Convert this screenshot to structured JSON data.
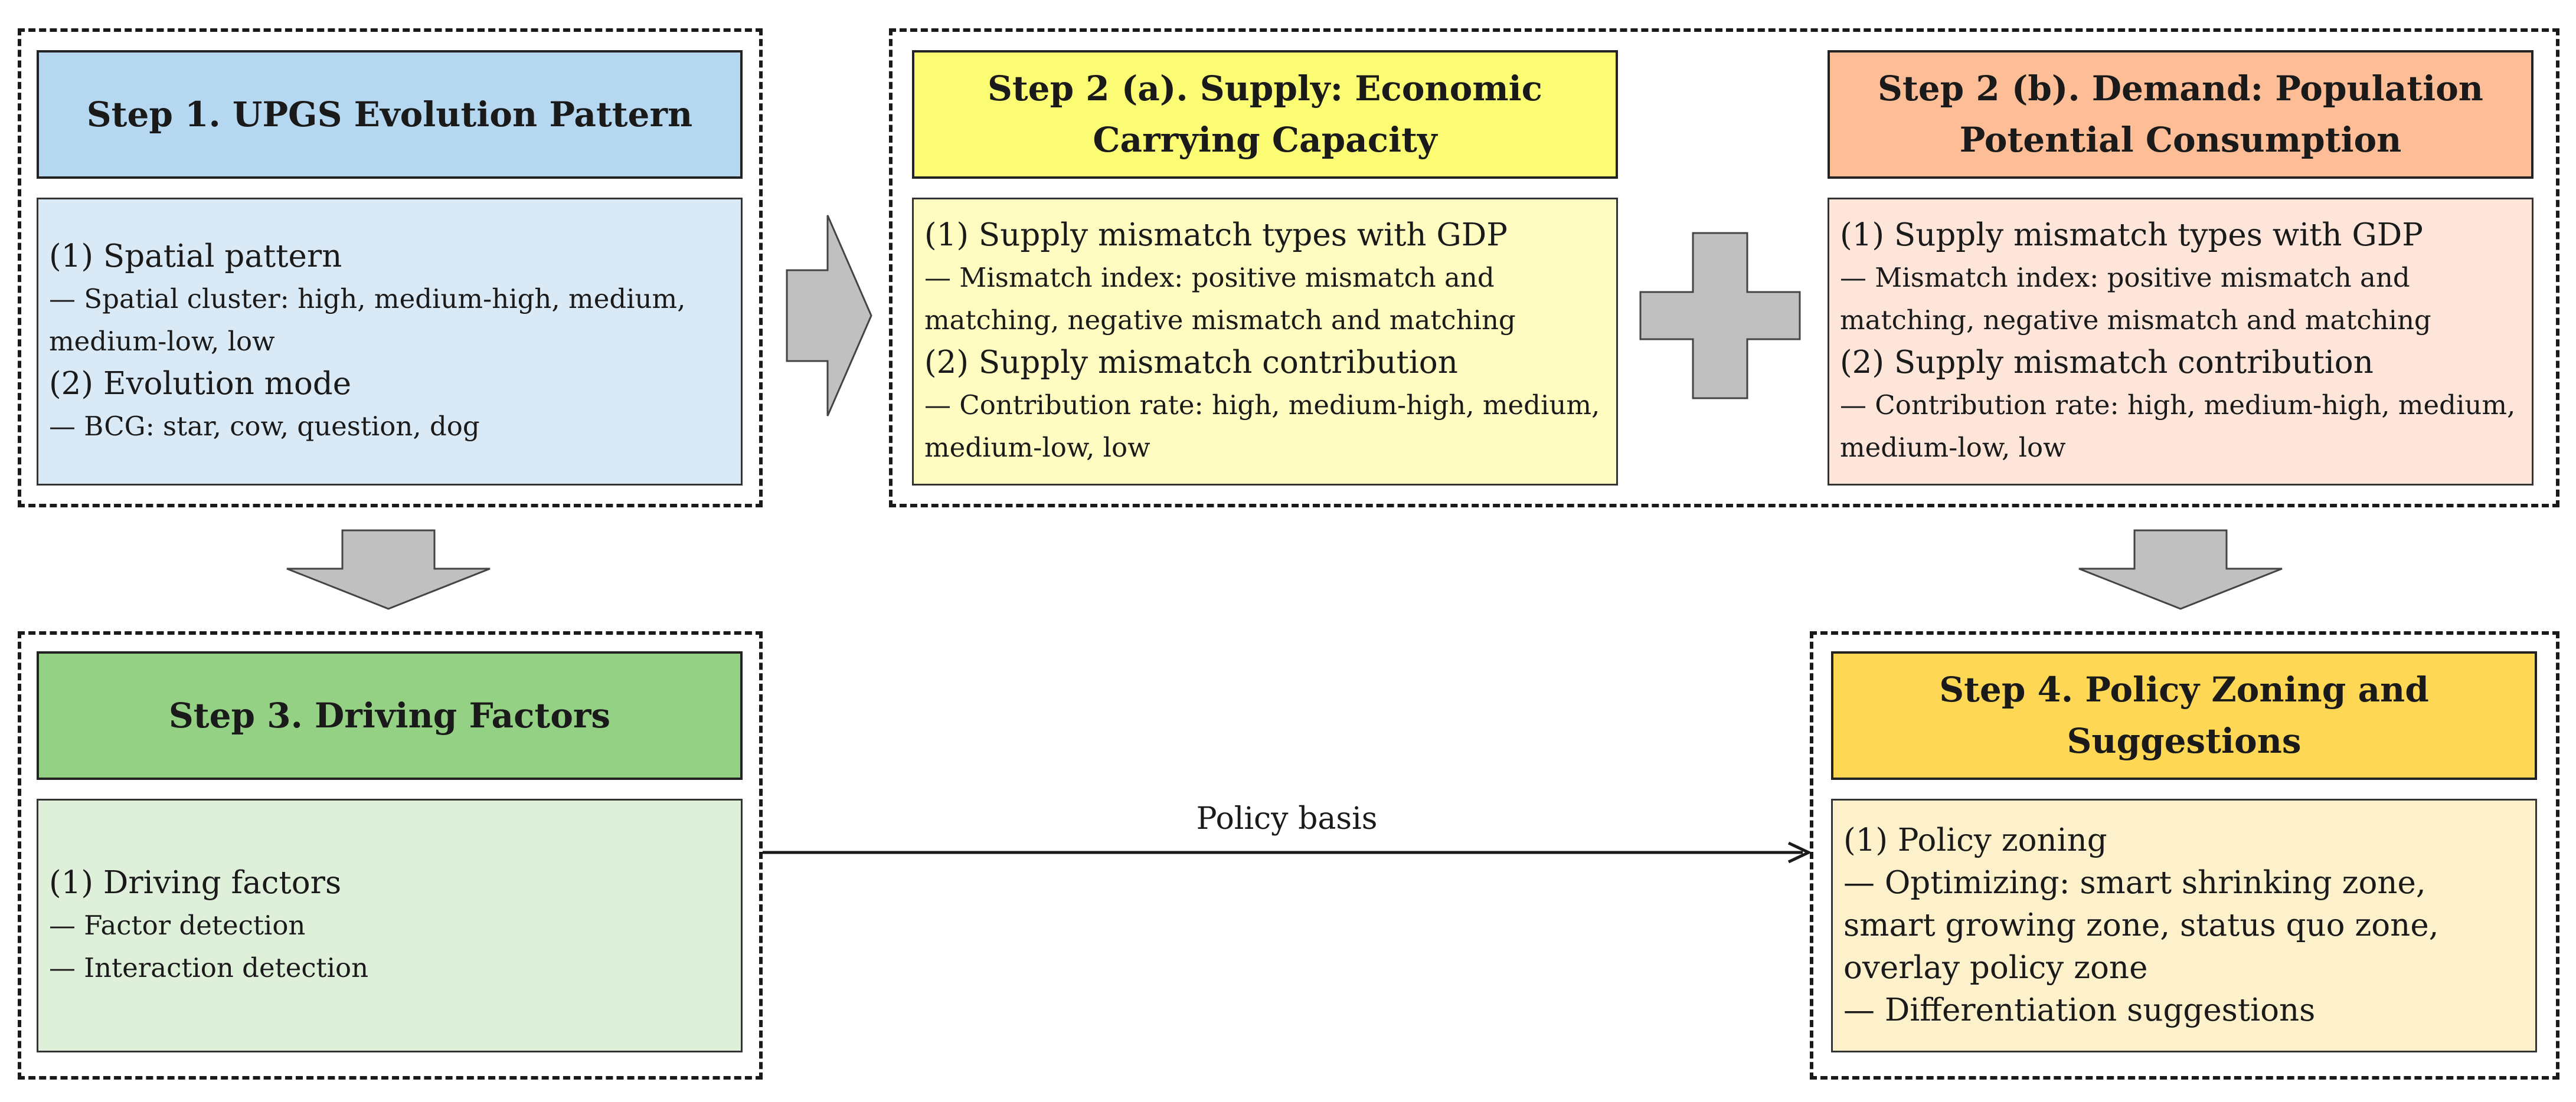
{
  "colors": {
    "step1_header": "#b5d8f0",
    "step1_body": "#dae9f6",
    "step2a_header": "#fcfc74",
    "step2a_body": "#fefcc0",
    "step2b_header": "#fdbd97",
    "step2b_body": "#fde5d9",
    "step3_header": "#94d185",
    "step3_body": "#deefda",
    "step4_header": "#fed855",
    "step4_body": "#fdf1cc",
    "arrow_fill": "#c0c0c0"
  },
  "step1": {
    "title": "Step 1. UPGS Evolution Pattern",
    "items": [
      {
        "text": "(1) Spatial pattern",
        "level": 1
      },
      {
        "text": "— Spatial cluster: high, medium-high, medium, medium-low, low",
        "level": 2
      },
      {
        "text": "(2) Evolution mode",
        "level": 1
      },
      {
        "text": "— BCG: star, cow, question, dog",
        "level": 2
      }
    ]
  },
  "step2a": {
    "title": "Step 2 (a). Supply: Economic Carrying Capacity",
    "items": [
      {
        "text": "(1) Supply mismatch types with GDP",
        "level": 1
      },
      {
        "text": "— Mismatch index: positive mismatch and matching, negative mismatch and matching",
        "level": 2
      },
      {
        "text": "(2) Supply mismatch contribution",
        "level": 1
      },
      {
        "text": "— Contribution rate: high, medium-high, medium, medium-low, low",
        "level": 2
      }
    ]
  },
  "step2b": {
    "title": "Step 2 (b). Demand: Population Potential Consumption",
    "items": [
      {
        "text": "(1) Supply mismatch types with GDP",
        "level": 1
      },
      {
        "text": "— Mismatch index: positive mismatch and matching, negative mismatch and matching",
        "level": 2
      },
      {
        "text": "(2) Supply mismatch contribution",
        "level": 1
      },
      {
        "text": "— Contribution rate: high, medium-high, medium, medium-low, low",
        "level": 2
      }
    ]
  },
  "step3": {
    "title": "Step 3. Driving Factors",
    "items": [
      {
        "text": "(1) Driving factors",
        "level": 1
      },
      {
        "text": "— Factor detection",
        "level": 2
      },
      {
        "text": "— Interaction detection",
        "level": 2
      }
    ]
  },
  "step4": {
    "title": "Step 4. Policy Zoning and Suggestions",
    "items": [
      {
        "text": "(1) Policy zoning",
        "level": 1
      },
      {
        "text": "— Optimizing: smart shrinking zone, smart growing zone, status quo zone, overlay policy zone",
        "level": 1
      },
      {
        "text": "— Differentiation suggestions",
        "level": 1
      }
    ]
  },
  "connector": {
    "label": "Policy basis"
  }
}
